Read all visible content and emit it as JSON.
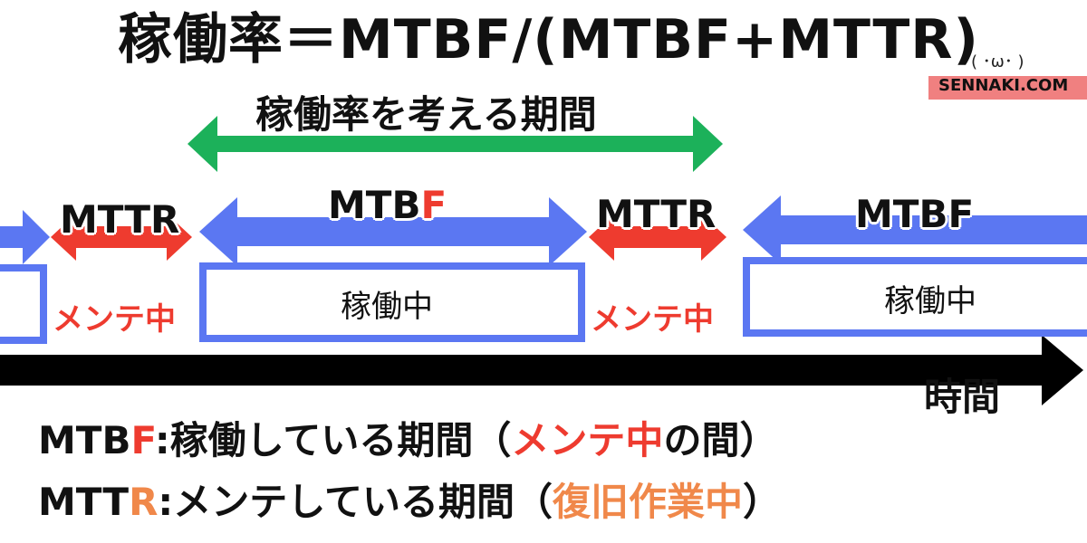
{
  "title": "稼働率＝MTBF/(MTBF+MTTR)",
  "brand": {
    "face": "( ･ω･ )",
    "site": "SENNAKI.COM"
  },
  "period_label": "稼働率を考える期間",
  "segments": {
    "mttr_1": "MTTR",
    "mtbf_1_prefix": "MTB",
    "mtbf_1_suffix": "F",
    "mttr_2": "MTTR",
    "mtbf_2": "MTBF"
  },
  "boxes": {
    "running_1": "稼働中",
    "running_2": "稼働中",
    "maint_1": "メンテ中",
    "maint_2": "メンテ中"
  },
  "time_label": "時間",
  "definitions": {
    "mtbf": {
      "prefix": "MTB",
      "accent": "F",
      "body": ":稼働している期間（",
      "highlight": "メンテ中",
      "tail": "の間）"
    },
    "mttr": {
      "prefix": "MTT",
      "accent": "R",
      "body": ":メンテしている期間（",
      "highlight": "復旧作業中",
      "tail": "）"
    }
  },
  "colors": {
    "running": "#5b77f2",
    "maintenance": "#ee3b2f",
    "period": "#1cb15a",
    "timeline": "#000000",
    "restore": "#f0884a",
    "brand": "#f08080"
  }
}
